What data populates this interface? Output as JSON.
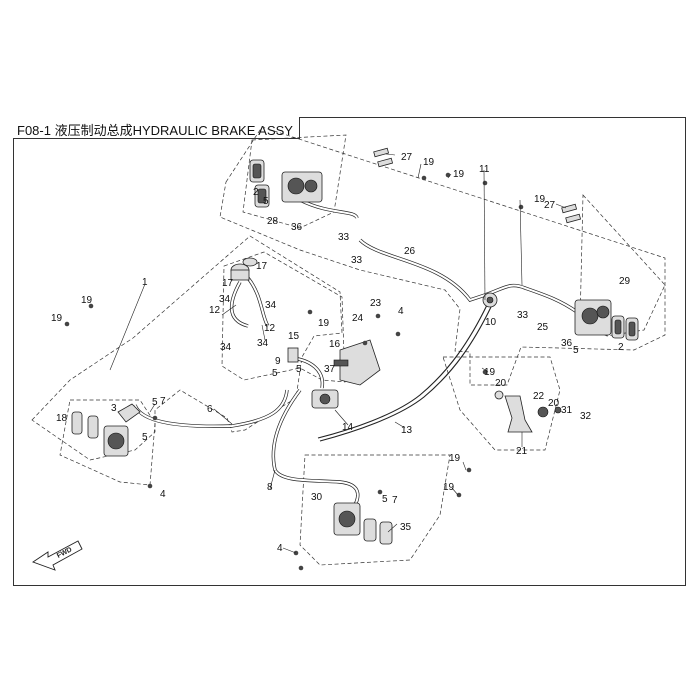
{
  "title": "F08-1 液压制动总成HYDRAULIC BRAKE ASSY",
  "fwd_label": "FWD",
  "callouts": [
    "1",
    "2",
    "2",
    "3",
    "4",
    "4",
    "4",
    "5",
    "5",
    "5",
    "5",
    "5",
    "5",
    "5",
    "6",
    "7",
    "7",
    "8",
    "9",
    "10",
    "11",
    "12",
    "12",
    "13",
    "14",
    "15",
    "16",
    "17",
    "17",
    "18",
    "19",
    "19",
    "19",
    "19",
    "19",
    "19",
    "19",
    "19",
    "19",
    "20",
    "20",
    "21",
    "22",
    "23",
    "24",
    "25",
    "26",
    "27",
    "27",
    "28",
    "29",
    "30",
    "31",
    "32",
    "33",
    "33",
    "33",
    "34",
    "34",
    "34",
    "34",
    "35",
    "36",
    "36",
    "37"
  ]
}
